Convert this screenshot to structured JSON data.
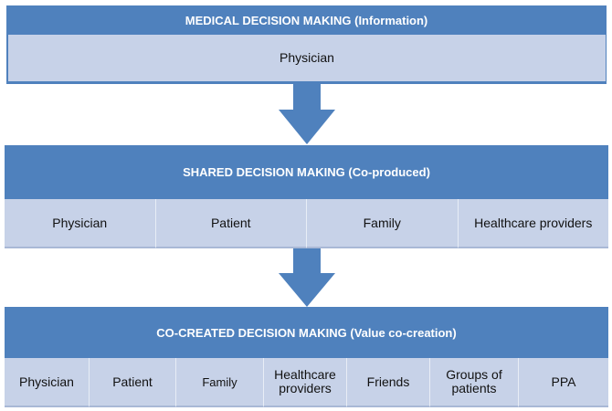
{
  "sections": [
    {
      "header": "MEDICAL DECISION MAKING (Information)",
      "cells": [
        "Physician"
      ]
    },
    {
      "header": "SHARED DECISION MAKING  (Co-produced)",
      "cells": [
        "Physician",
        "Patient",
        "Family",
        "Healthcare providers"
      ]
    },
    {
      "header": "CO-CREATED DECISION MAKING (Value co-creation)",
      "cells": [
        "Physician",
        "Patient",
        "Family",
        "Healthcare providers",
        "Friends",
        "Groups of patients",
        "PPA"
      ]
    }
  ],
  "colors": {
    "header": "#4f81bd",
    "cell": "#c7d2e8",
    "arrow": "#4f81bd"
  },
  "icons": [
    "arrow-down-icon",
    "arrow-down-icon"
  ]
}
